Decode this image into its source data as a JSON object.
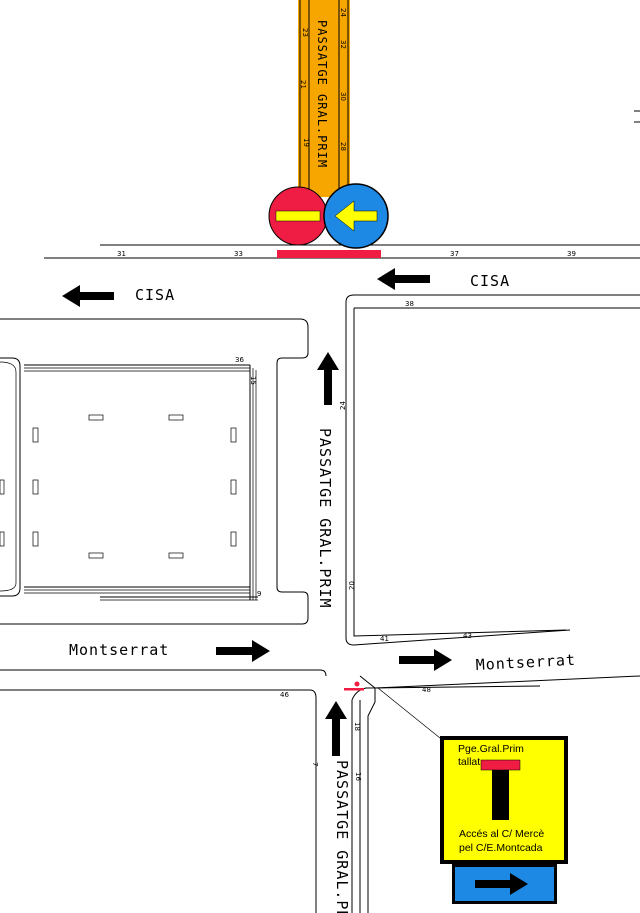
{
  "streets": {
    "cisa_left": "CISA",
    "cisa_right": "CISA",
    "montserrat_left": "Montserrat",
    "montserrat_right": "Montserrat",
    "prim_top": "PASSATGE GRAL.PRIM",
    "prim_mid": "PASSATGE GRAL.PRIM",
    "prim_bottom": "PASSATGE GRAL.PRIM"
  },
  "numbers": {
    "n24": "24",
    "n23": "23",
    "n32": "32",
    "n21": "21",
    "n30": "30",
    "n19": "19",
    "n28": "28",
    "n31": "31",
    "n33": "33",
    "n37": "37",
    "n39": "39",
    "n38": "38",
    "n36": "36",
    "n15": "15",
    "n24b": "24",
    "n20": "20",
    "n41": "41",
    "n43": "43",
    "n9": "9",
    "n46": "46",
    "n48": "48",
    "n18": "18",
    "n16": "16",
    "n7": "7"
  },
  "info_sign": {
    "line1": "Pge.Gral.Prim",
    "line2": "tallat",
    "line3": "Accés al C/ Mercè",
    "line4": "pel C/E.Montcada"
  },
  "colors": {
    "closed_street": "#f7a600",
    "no_entry_red": "#ef1c44",
    "sign_yellow": "#ffff00",
    "direction_blue": "#1e88e5",
    "arrow_yellow": "#ffff00"
  },
  "icons": {
    "no_entry": "no-entry-sign",
    "one_way": "one-way-left-arrow-sign",
    "direction": "right-arrow-sign"
  }
}
